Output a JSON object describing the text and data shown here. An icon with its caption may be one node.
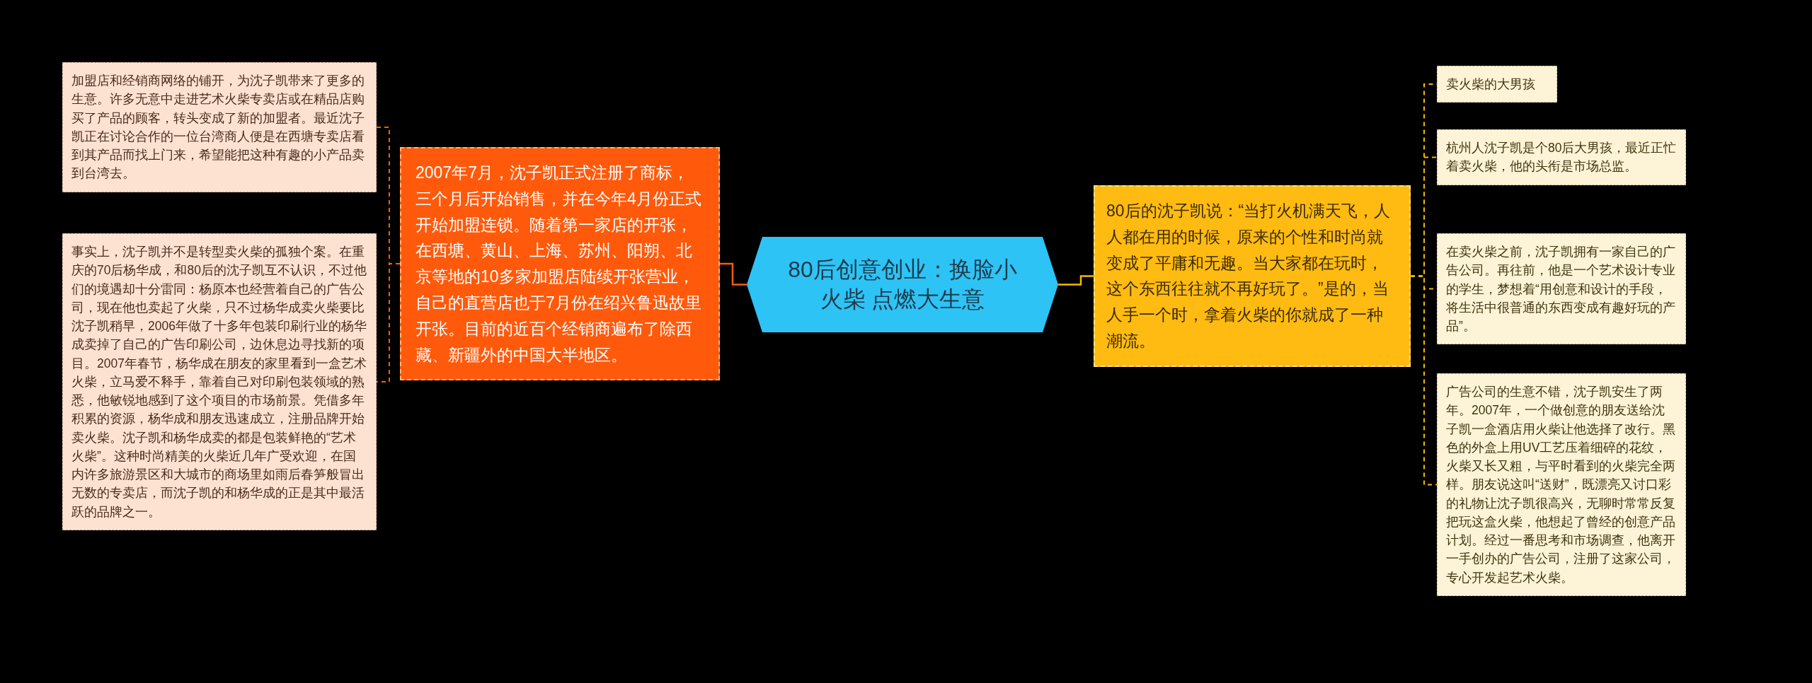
{
  "diagram": {
    "nodes": [
      {
        "text": [
          "80后创意创业：换脸小火柴 点燃大生意"
        ]
      },
      {
        "text": [
          "2007年7月，沈子凯正式注册了商标，三个月后开始销售，并在今年4月份正式开始加盟连锁。随着第一家店的开张，在西塘、黄山、上海、苏州、阳朔、北京等地的10多家加盟店陆续开张营业，自己的直营店也于7月份在绍兴鲁迅故里开张。目前的近百个经销商遍布了除西藏、新疆外的中国大半地区。"
        ]
      },
      {
        "text": [
          "加盟店和经销商网络的铺开，为沈子凯带来了更多的生意。许多无意中走进艺术火柴专卖店或在精品店购买了产品的顾客，转头变成了新的加盟者。最近沈子凯正在讨论合作的一位台湾商人便是在西塘专卖店看到其产品而找上门来，希望能把这种有趣的小产品卖到台湾去。"
        ]
      },
      {
        "text": [
          "事实上，沈子凯并不是转型卖火柴的孤独个案。在重庆的70后杨华成，和80后的沈子凯互不认识，不过他们的境遇却十分雷同：杨原本也经营着自己的广告公司，现在他也卖起了火柴，只不过杨华成卖火柴要比沈子凯稍早，2006年做了十多年包装印刷行业的杨华成卖掉了自己的广告印刷公司，边休息边寻找新的项目。2007年春节，杨华成在朋友的家里看到一盒艺术火柴，立马爱不释手，靠着自己对印刷包装领域的熟悉，他敏锐地感到了这个项目的市场前景。凭借多年积累的资源，杨华成和朋友迅速成立，注册品牌开始卖火柴。沈子凯和杨华成卖的都是包装鲜艳的“艺术火柴”。这种时尚精美的火柴近几年广受欢迎，在国内许多旅游景区和大城市的商场里如雨后春笋般冒出无数的专卖店，而沈子凯的和杨华成的正是其中最活跃的品牌之一。"
        ]
      },
      {
        "text": [
          "80后的沈子凯说：“当打火机满天飞，人人都在用的时候，原来的个性和时尚就变成了平庸和无趣。当大家都在玩时，这个东西往往就不再好玩了。”是的，当人手一个时，拿着火柴的你就成了一种潮流。"
        ]
      },
      {
        "text": [
          "卖火柴的大男孩"
        ]
      },
      {
        "text": [
          "杭州人沈子凯是个80后大男孩，最近正忙着卖火柴，他的头衔是市场总监。"
        ]
      },
      {
        "text": [
          "在卖火柴之前，沈子凯拥有一家自己的广告公司。再往前，他是一个艺术设计专业的学生，梦想着“用创意和设计的手段，将生活中很普通的东西变成有趣好玩的产品”。"
        ]
      },
      {
        "text": [
          "广告公司的生意不错，沈子凯安生了两年。2007年，一个做创意的朋友送给沈子凯一盒酒店用火柴让他选择了改行。黑色的外盒上用UV工艺压着细碎的花纹，火柴又长又粗，与平时看到的火柴完全两样。朋友说这叫“送财”，既漂亮又讨口彩的礼物让沈子凯很高兴，无聊时常常反复把玩这盒火柴，他想起了曾经的创意产品计划。经过一番思考和市场调查，他离开一手创办的广告公司，注册了这家公司，专心开发起艺术火柴。"
        ]
      }
    ],
    "edges": [
      {
        "from": 0,
        "to": 1,
        "arrow": "none",
        "color": "#ff5a0c"
      },
      {
        "from": 1,
        "to": 2,
        "arrow": "none",
        "style": "dashed",
        "color": "#ff5a0c"
      },
      {
        "from": 1,
        "to": 3,
        "arrow": "none",
        "style": "dashed",
        "color": "#ff5a0c"
      },
      {
        "from": 0,
        "to": 4,
        "arrow": "none"
      },
      {
        "from": 4,
        "to": 5,
        "arrow": "none",
        "style": "dashed"
      },
      {
        "from": 4,
        "to": 6,
        "arrow": "none",
        "style": "dashed"
      },
      {
        "from": 4,
        "to": 7,
        "arrow": "none",
        "style": "dashed"
      },
      {
        "from": 4,
        "to": 8,
        "arrow": "none",
        "style": "dashed"
      }
    ]
  }
}
